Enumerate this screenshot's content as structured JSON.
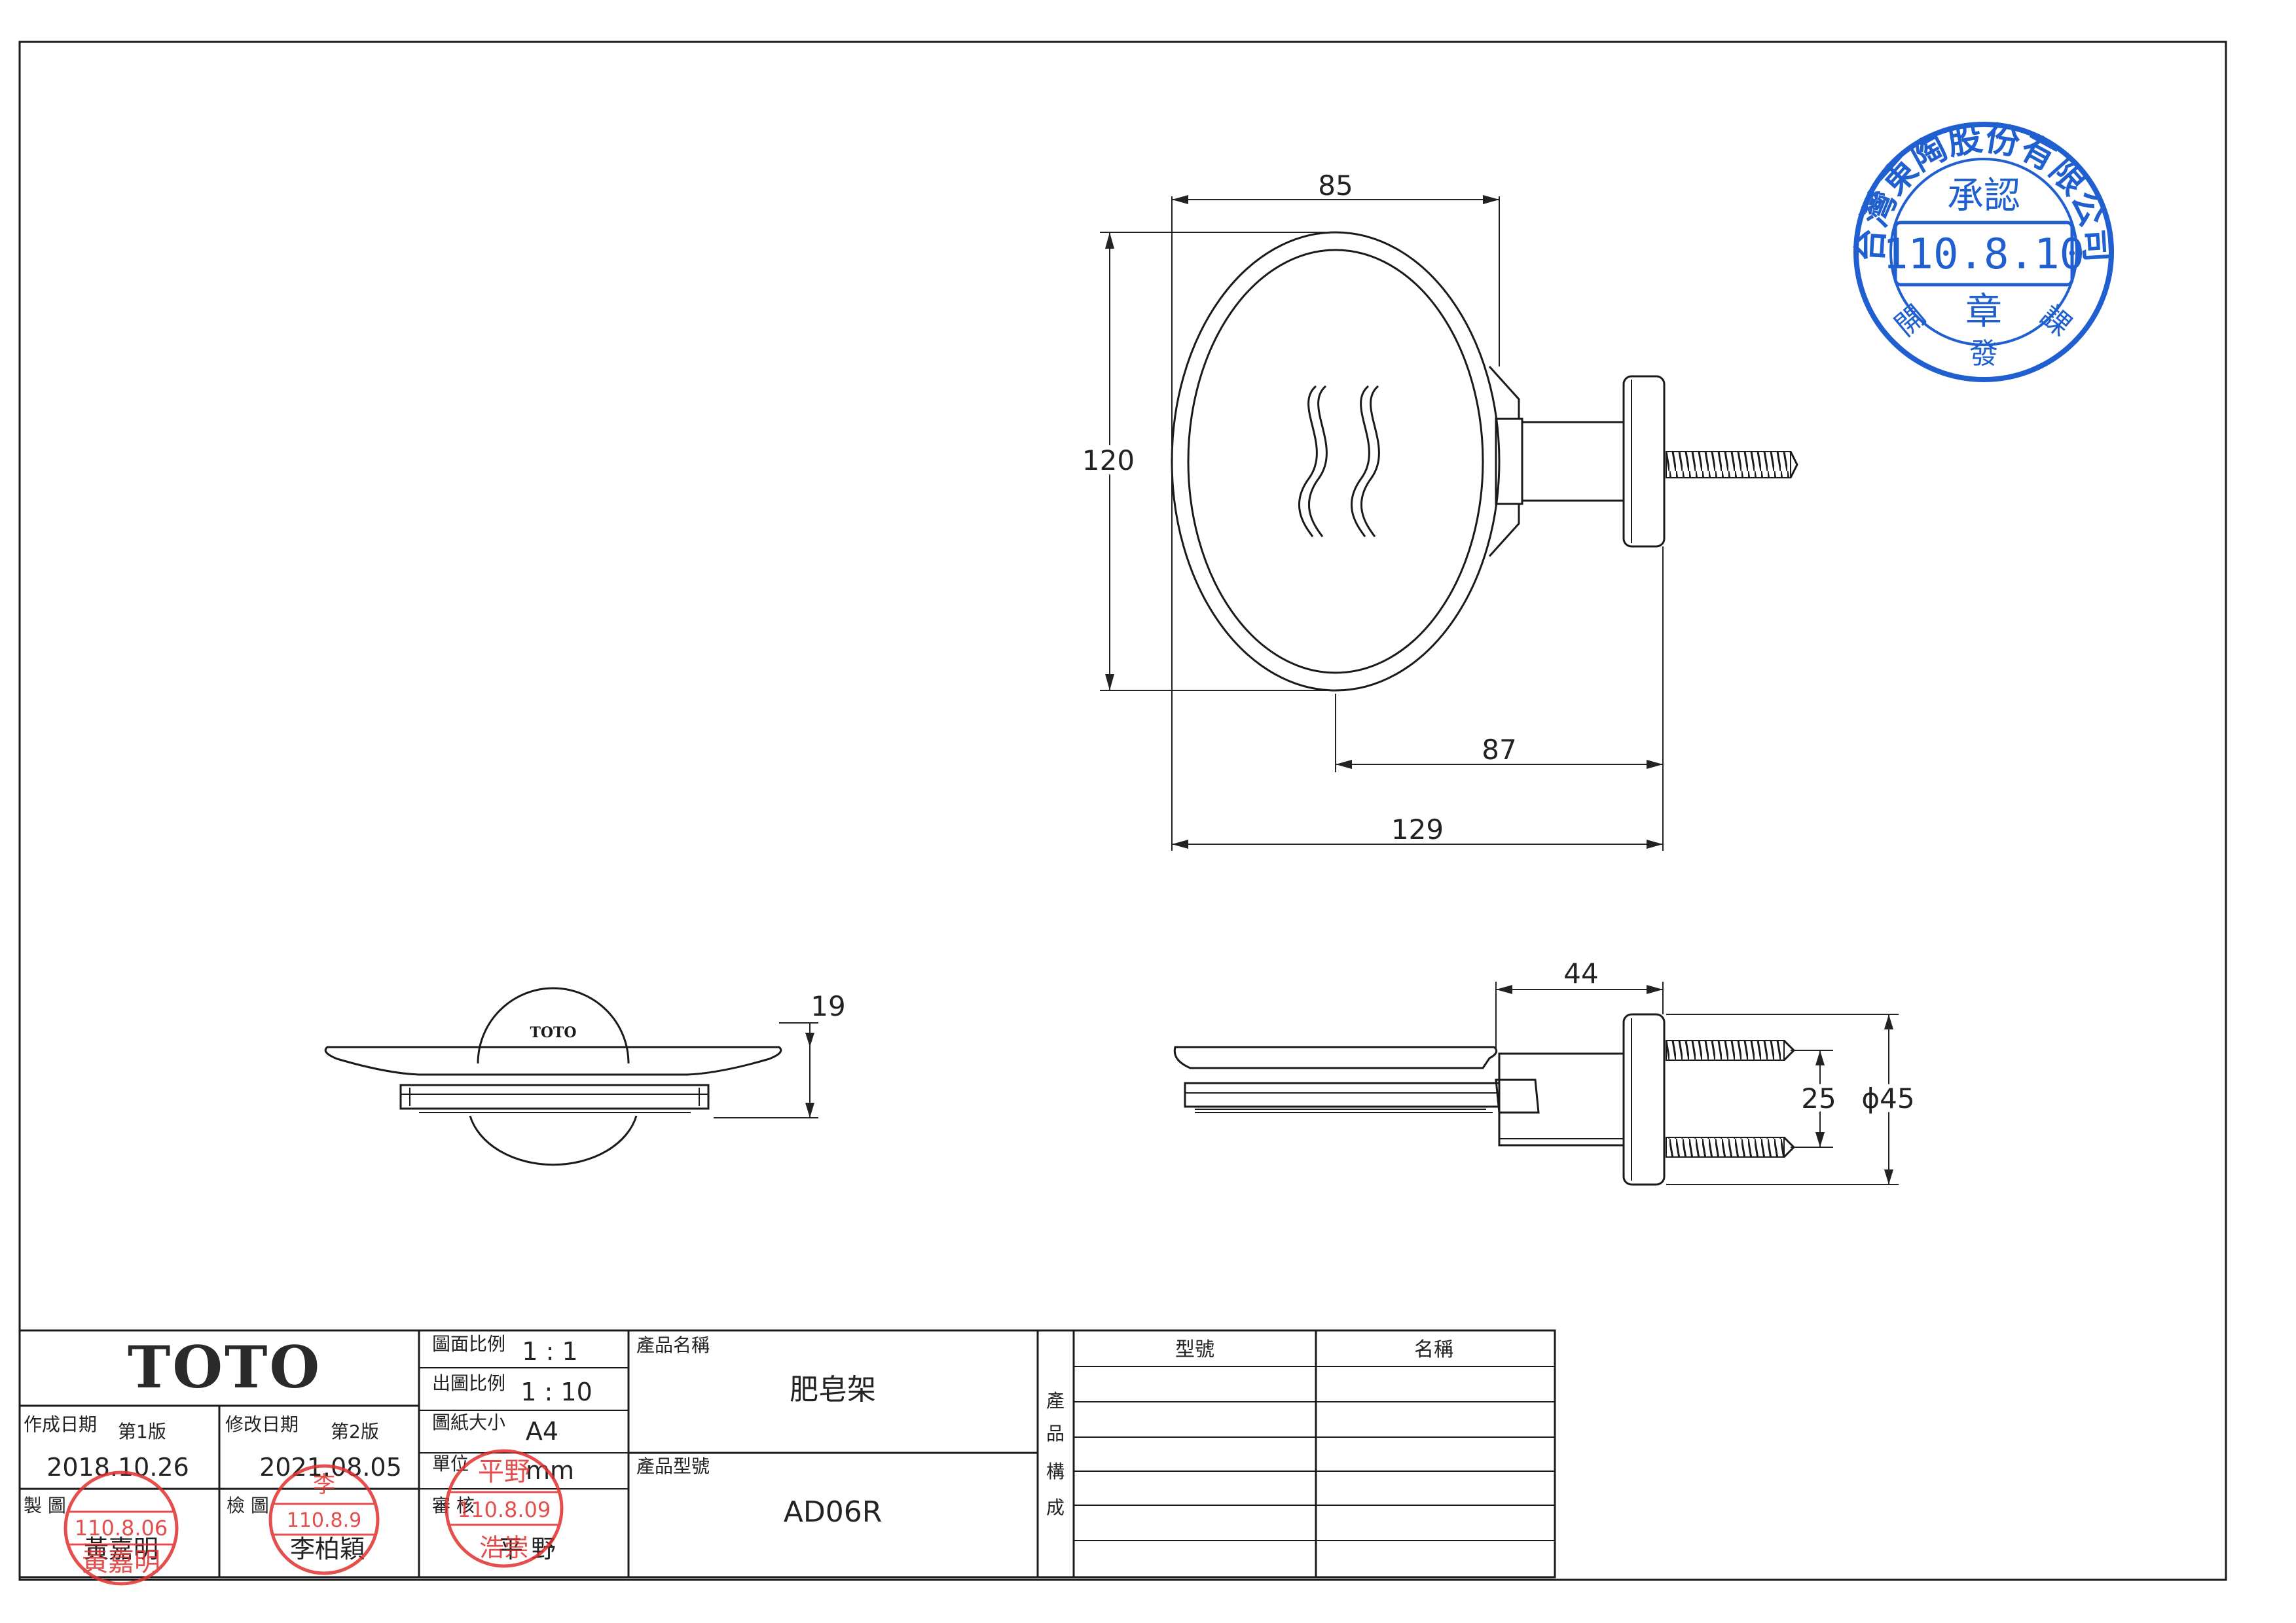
{
  "title_block": {
    "logo": "TOTO",
    "created_date_label": "作成日期",
    "version1_label": "第1版",
    "created_date": "2018.10.26",
    "revised_date_label": "修改日期",
    "version2_label": "第2版",
    "revised_date": "2021.08.05",
    "drawn_label": "製 圖",
    "drawn_by": "黃嘉明",
    "checked_label": "檢 圖",
    "checked_by": "李柏穎",
    "scale_label": "圖面比例",
    "scale": "1 : 1",
    "print_scale_label": "出圖比例",
    "print_scale": "1 : 10",
    "paper_label": "圖紙大小",
    "paper": "A4",
    "unit_label": "單位",
    "unit": "mm",
    "review_label": "審 核",
    "reviewed_by": "平 野",
    "product_name_label": "產品名稱",
    "product_name": "肥皂架",
    "product_model_label": "產品型號",
    "product_model": "AD06R",
    "composition_label": [
      "產",
      "品",
      "構",
      "成"
    ],
    "col_model": "型號",
    "col_name": "名稱"
  },
  "dimensions": {
    "top_width": "85",
    "height": "120",
    "depth_base": "87",
    "depth_total": "129",
    "front_thickness": "19",
    "side_depth": "44",
    "screw_spacing": "25",
    "base_diameter": "ϕ45"
  },
  "front_view_logo": "TOTO",
  "stamps": {
    "approval_ring": "台灣東陶股份有限公司",
    "approval_title": "承認",
    "approval_date": "110.8.10",
    "approval_footer": "章",
    "approval_left": "開",
    "approval_right": "課",
    "approval_bottom": "發",
    "drawn_date": "110.8.06",
    "drawn_name": "黃嘉明",
    "checked_date": "110.8.9",
    "checked_name": "李",
    "review_date": "110.8.09",
    "review_name": "平野",
    "review_sub": "浩崇"
  },
  "colors": {
    "ink": "#1a1a1a",
    "stamp_red": "#e0312e",
    "stamp_blue": "#1f5fcf"
  }
}
